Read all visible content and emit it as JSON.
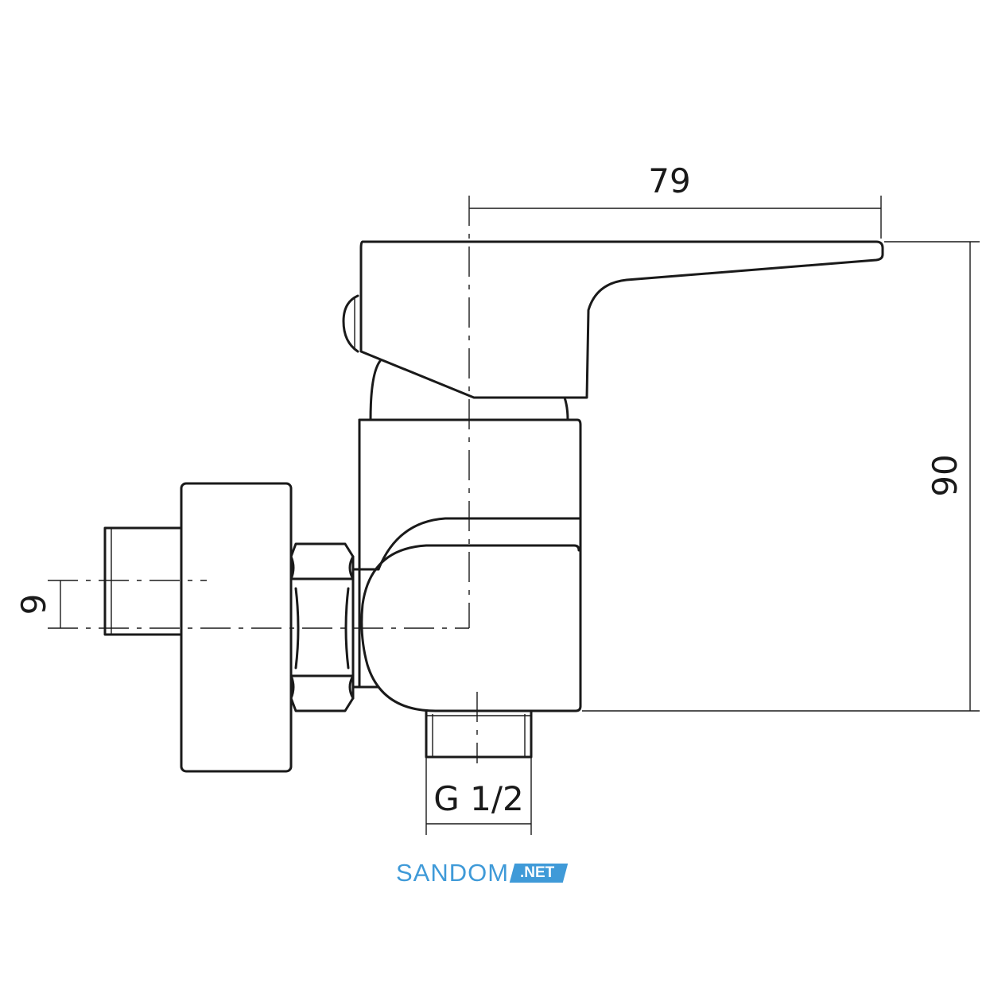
{
  "dimensions": {
    "width_label": "79",
    "height_label": "90",
    "offset_label": "9",
    "thread_label": "G 1/2"
  },
  "logo": {
    "main": "SANDOM",
    "badge": ".NET",
    "color": "#3f9ad8"
  }
}
